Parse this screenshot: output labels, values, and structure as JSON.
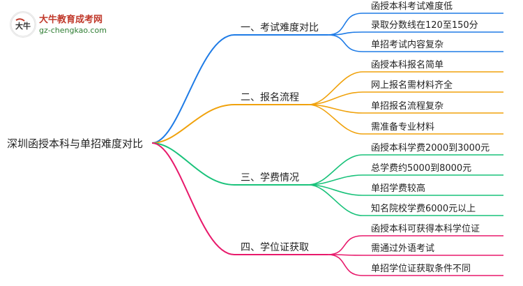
{
  "logo": {
    "title": "大牛教育成考网",
    "url": "gz-chengkao.com",
    "mark_text": "大牛"
  },
  "root": {
    "label": "深圳函授本科与单招难度对比"
  },
  "branches": [
    {
      "label": "一、考试难度对比",
      "color": "#1e7be6",
      "leaves": [
        "函授本科考试难度低",
        "录取分数线在120至150分",
        "单招考试内容复杂"
      ]
    },
    {
      "label": "二、报名流程",
      "color": "#f0a20c",
      "leaves": [
        "函授本科报名简单",
        "网上报名需材料齐全",
        "单招报名流程复杂",
        "需准备专业材料"
      ]
    },
    {
      "label": "三、学费情况",
      "color": "#19c27a",
      "leaves": [
        "函授本科学费2000到3000元",
        "总学费约5000到8000元",
        "单招学费较高",
        "知名院校学费6000元以上"
      ]
    },
    {
      "label": "四、学位证获取",
      "color": "#e8196b",
      "leaves": [
        "函授本科可获得本科学位证",
        "需通过外语考试",
        "单招学位证获取条件不同"
      ]
    }
  ]
}
